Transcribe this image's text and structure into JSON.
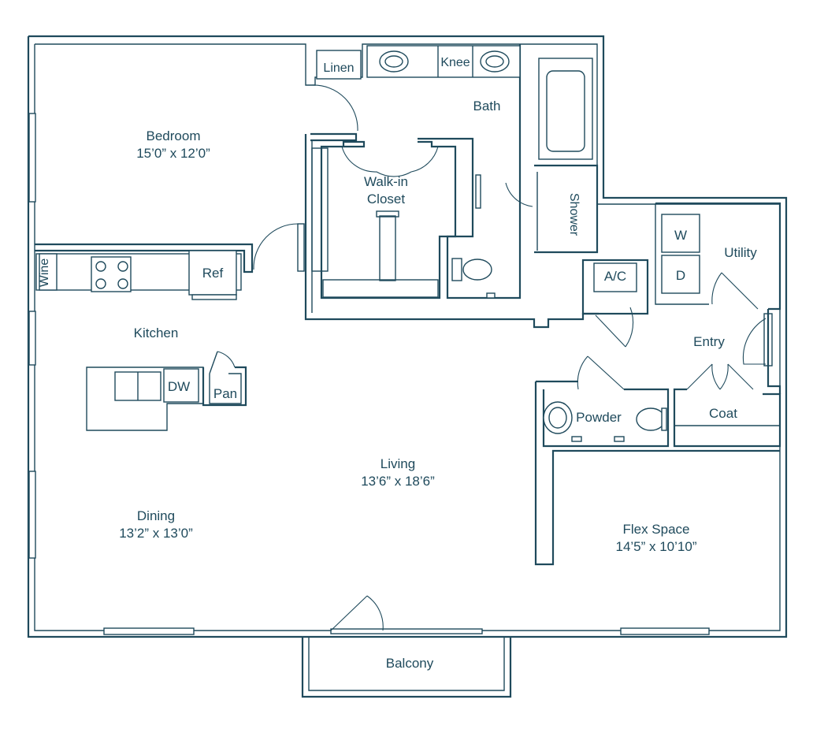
{
  "rooms": {
    "bedroom": {
      "name": "Bedroom",
      "dims": "15’0” x 12’0”"
    },
    "walkin": {
      "line1": "Walk-in",
      "line2": "Closet"
    },
    "bath": {
      "name": "Bath"
    },
    "linen": {
      "name": "Linen"
    },
    "knee": {
      "name": "Knee"
    },
    "shower": {
      "name": "Shower"
    },
    "wine": {
      "name": "Wine"
    },
    "ref": {
      "name": "Ref"
    },
    "kitchen": {
      "name": "Kitchen"
    },
    "dw": {
      "name": "DW"
    },
    "pan": {
      "name": "Pan"
    },
    "living": {
      "name": "Living",
      "dims": "13’6” x 18’6”"
    },
    "dining": {
      "name": "Dining",
      "dims": "13’2” x 13’0”"
    },
    "ac": {
      "name": "A/C"
    },
    "w": {
      "name": "W"
    },
    "d": {
      "name": "D"
    },
    "utility": {
      "name": "Utility"
    },
    "entry": {
      "name": "Entry"
    },
    "powder": {
      "name": "Powder"
    },
    "coat": {
      "name": "Coat"
    },
    "flex": {
      "name": "Flex Space",
      "dims": "14’5” x 10’10”"
    },
    "balcony": {
      "name": "Balcony"
    }
  }
}
